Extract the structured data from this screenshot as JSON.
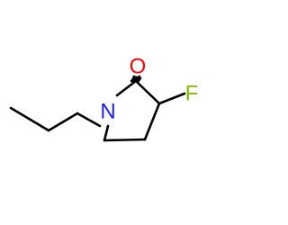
{
  "molecule": {
    "atoms": [
      {
        "id": "O1",
        "symbol": "O",
        "color": "#ff0000"
      },
      {
        "id": "F1",
        "symbol": "F",
        "color": "#7fbf00"
      },
      {
        "id": "N1",
        "symbol": "N",
        "color": "#1a1aff"
      }
    ]
  }
}
